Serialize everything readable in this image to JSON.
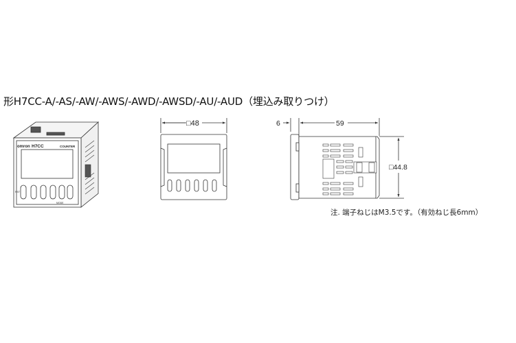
{
  "title": "形H7CC-A/-AS/-AW/-AWS/-AWD/-AWSD/-AU/-AUD（埋込み取りつけ）",
  "perspective": {
    "brand": "omron",
    "model": "H7CC",
    "label": "COUNTER",
    "reset_label": "RST",
    "mode_label": "MODE"
  },
  "front_view": {
    "width_dim": "□48"
  },
  "side_view": {
    "bezel_dim": "6",
    "depth_dim": "59",
    "height_dim": "□44.8"
  },
  "note": "注. 端子ねじはM3.5です。（有効ねじ長6mm）"
}
